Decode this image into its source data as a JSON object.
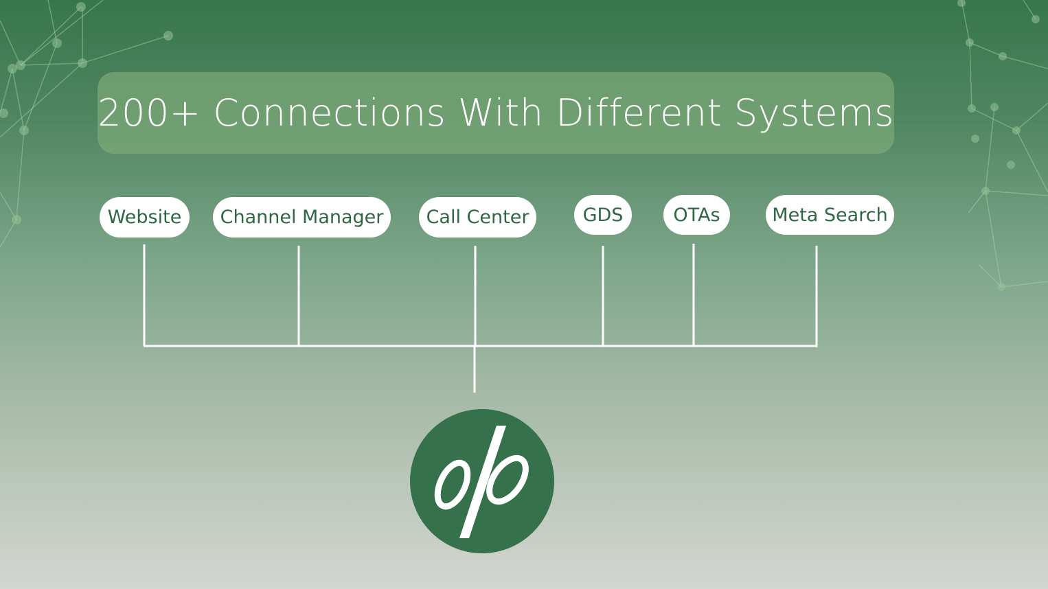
{
  "title": "200+ Connections With Different Systems",
  "systems": [
    "Website",
    "Channel Manager",
    "Call Center",
    "GDS",
    "OTAs",
    "Meta Search"
  ],
  "logo": {
    "text": "dp",
    "color": "#35714a"
  },
  "colors": {
    "pill_text": "#2f6644",
    "line": "#ffffff"
  }
}
